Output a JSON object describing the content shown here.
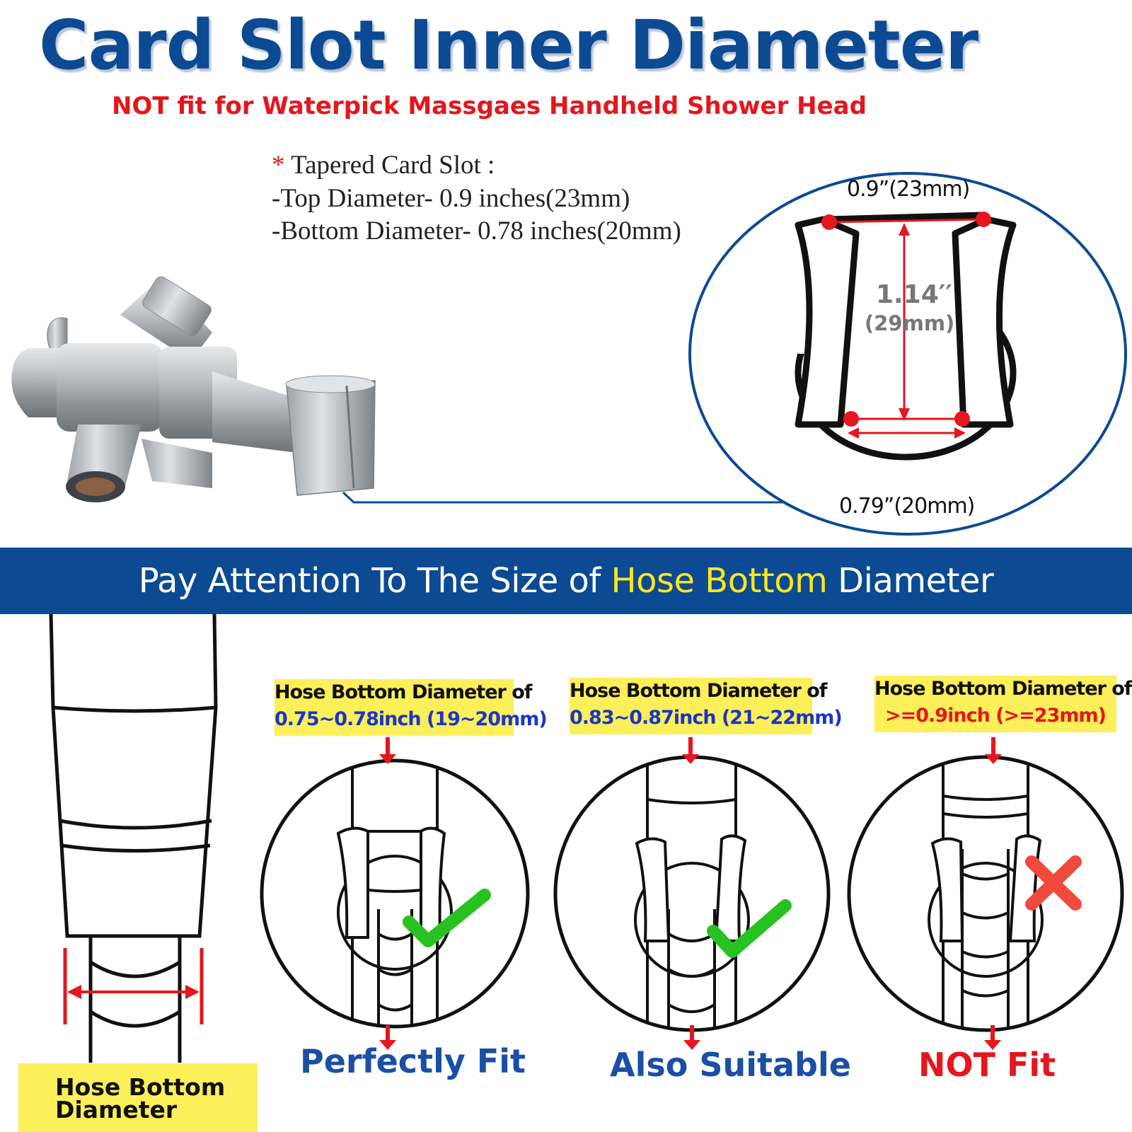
{
  "header": {
    "title": "Card Slot Inner Diameter",
    "subtitle": "NOT fit for Waterpick Massgaes Handheld Shower Head"
  },
  "specs": {
    "star": "*",
    "heading": "Tapered Card Slot :",
    "top": "-Top Diameter- 0.9 inches(23mm)",
    "bottom": "-Bottom Diameter- 0.78 inches(20mm)"
  },
  "zoom": {
    "top_dim": "0.9”(23mm)",
    "height_dim": "1.14′′",
    "height_mm": "(29mm)",
    "bottom_dim": "0.79”(20mm)"
  },
  "banner": {
    "prefix": "Pay Attention To The Size of",
    "highlight": "Hose Bottom",
    "suffix": "Diameter"
  },
  "cases": [
    {
      "line1": "Hose Bottom Diameter of",
      "line2": "0.75~0.78inch (19~20mm)",
      "verdict": "Perfectly Fit",
      "mark": "check"
    },
    {
      "line1": "Hose Bottom Diameter of",
      "line2": "0.83~0.87inch (21~22mm)",
      "verdict": "Also Suitable",
      "mark": "check"
    },
    {
      "line1": "Hose Bottom Diameter of",
      "line2": ">=0.9inch (>=23mm)",
      "verdict": "NOT Fit",
      "mark": "cross"
    }
  ],
  "hose_label": {
    "line1": "Hose Bottom",
    "line2": "Diameter"
  },
  "colors": {
    "navy": "#0c4a93",
    "red": "#e5161d",
    "yellow_label": "#fbef5a",
    "banner_highlight": "#ffe81a",
    "check_green": "#27c21f",
    "cross_red": "#f04a3e",
    "verdict_blue": "#1a4fa5"
  }
}
